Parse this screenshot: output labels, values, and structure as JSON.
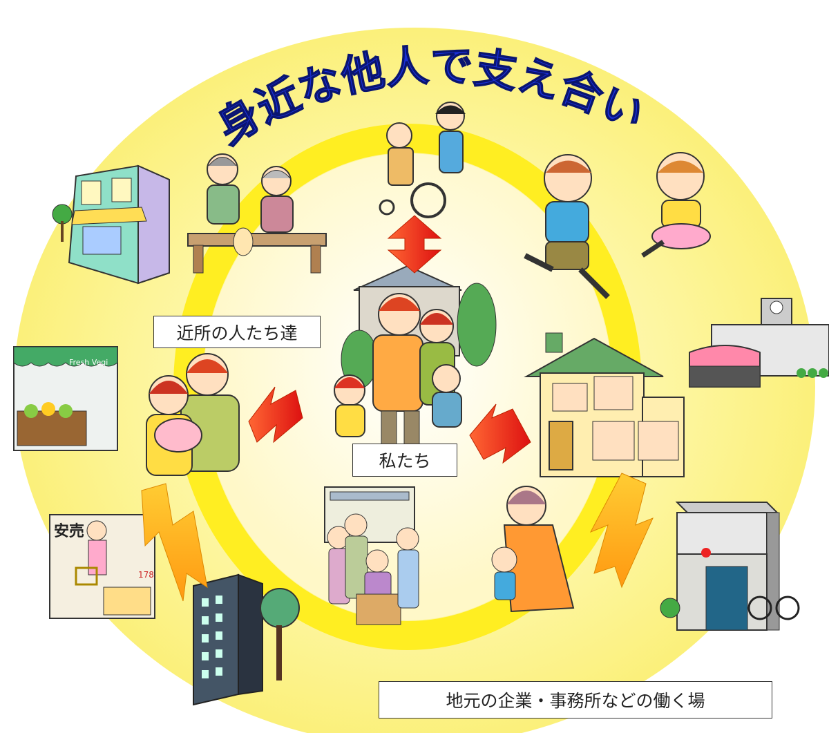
{
  "title": "身近な他人で支え合い",
  "labels": {
    "neighbors": "近所の人たち達",
    "us": "私たち",
    "workplaces": "地元の企業・事務所などの働く場"
  },
  "signs": {
    "produce_shop": "Fresh Vegi",
    "sale": "安売",
    "price_tag": "178"
  },
  "colors": {
    "outer_glow": "#fdf59a",
    "inner_ring": "#ffee22",
    "title_blue": "#1a2fd6",
    "arrow_red": "#ee3322",
    "arrow_orange": "#ffaa22"
  }
}
